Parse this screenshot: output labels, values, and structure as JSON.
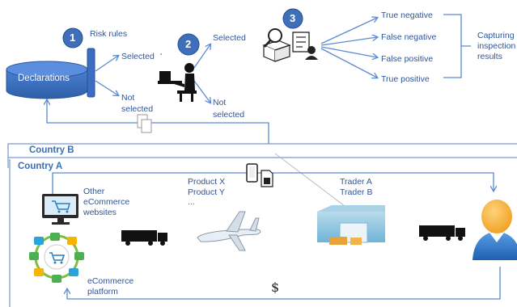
{
  "steps": {
    "one": "1",
    "two": "2",
    "three": "3"
  },
  "labels": {
    "declarations": "Declarations",
    "risk_rules": "Risk rules",
    "selected_1": "Selected",
    "not_selected_1a": "Not",
    "not_selected_1b": "selected",
    "selected_2": "Selected",
    "not_selected_2a": "Not",
    "not_selected_2b": "selected",
    "true_negative": "True negative",
    "false_negative": "False negative",
    "false_positive": "False positive",
    "true_positive": "True positive",
    "capturing_1": "Capturing",
    "capturing_2": "inspection",
    "capturing_3": "results",
    "country_b": "Country B",
    "country_a": "Country A",
    "other_ecom_1": "Other",
    "other_ecom_2": "eCommerce",
    "other_ecom_3": "websites",
    "product_x": "Product X",
    "product_y": "Product Y",
    "ellipsis": "...",
    "trader_a": "Trader A",
    "trader_b": "Trader B",
    "ecom_platform_1": "eCommerce",
    "ecom_platform_2": "platform",
    "dollar": "$"
  },
  "colors": {
    "accent": "#4472c4",
    "line": "#8faadc",
    "dark": "#1f3864"
  }
}
